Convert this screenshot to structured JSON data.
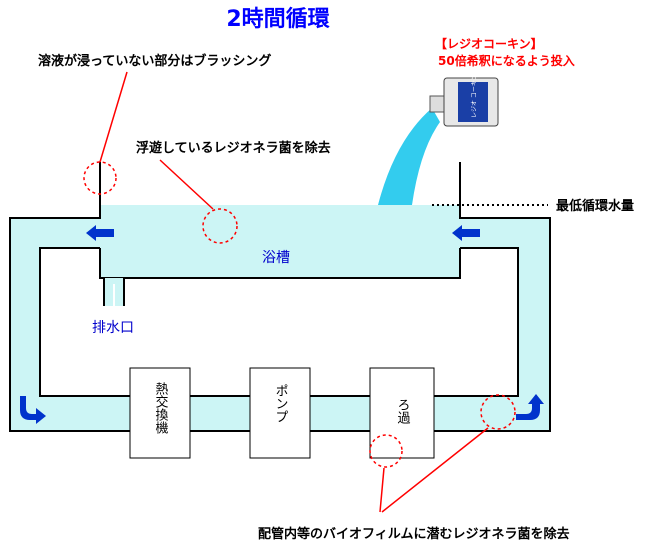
{
  "title": "2時間循環",
  "annotations": {
    "brushing": "溶液が浸っていない部分はブラッシング",
    "floating": "浮遊しているレジオネラ菌を除去",
    "min_level": "最低循環水量",
    "biofilm": "配管内等のバイオフィルムに潜むレジオネラ菌を除去"
  },
  "product": {
    "name": "【レジオコーキン】",
    "instruction": "50倍希釈になるよう投入",
    "bottle_label": "レジオ コーキン"
  },
  "components": {
    "bath": "浴槽",
    "drain": "排水口",
    "heat_exchanger": "熱交換機",
    "pump": "ポンプ",
    "filter": "ろ過"
  },
  "colors": {
    "water": "#ccf5f5",
    "water_outline": "#000000",
    "pour": "#33ccee",
    "arrow": "#0033cc",
    "title": "#0000ff",
    "callout": "#ff0000",
    "bottle": "#1a3fa6"
  }
}
